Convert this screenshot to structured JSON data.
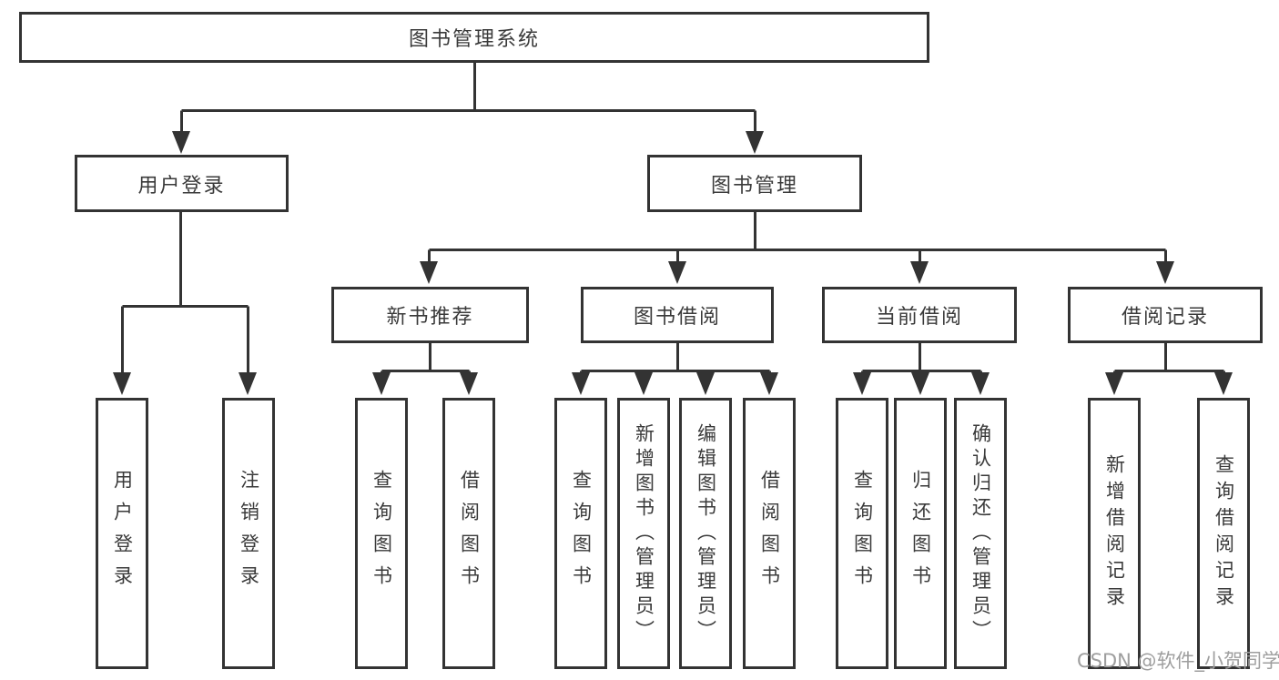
{
  "diagram": {
    "root": {
      "label": "图书管理系统"
    },
    "branches": [
      {
        "label": "用户登录",
        "children": [
          {
            "label": "用户登录"
          },
          {
            "label": "注销登录"
          }
        ]
      },
      {
        "label": "图书管理",
        "children": [
          {
            "label": "新书推荐",
            "children": [
              {
                "label": "查询图书"
              },
              {
                "label": "借阅图书"
              }
            ]
          },
          {
            "label": "图书借阅",
            "children": [
              {
                "label": "查询图书"
              },
              {
                "label": "新增图书（管理员）"
              },
              {
                "label": "编辑图书（管理员）"
              },
              {
                "label": "借阅图书"
              }
            ]
          },
          {
            "label": "当前借阅",
            "children": [
              {
                "label": "查询图书"
              },
              {
                "label": "归还图书"
              },
              {
                "label": "确认归还（管理员）"
              }
            ]
          },
          {
            "label": "借阅记录",
            "children": [
              {
                "label": "新增借阅记录"
              },
              {
                "label": "查询借阅记录"
              }
            ]
          }
        ]
      }
    ]
  },
  "watermark": {
    "text": "CSDN @软件_小贺同学"
  },
  "colors": {
    "line": "#333333",
    "text": "#3a3a3a",
    "background": "#ffffff",
    "watermark": "#9e9e9e"
  }
}
